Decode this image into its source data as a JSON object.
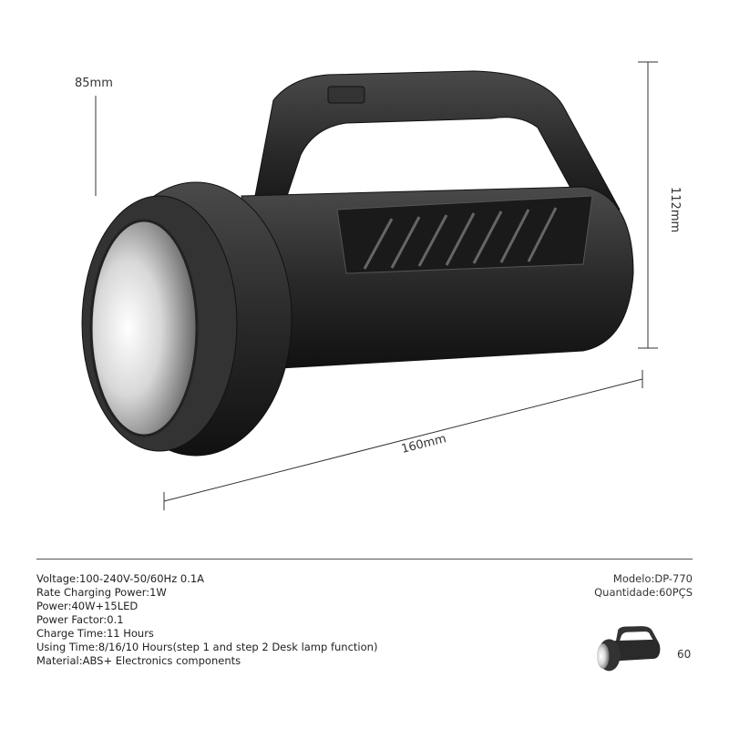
{
  "dimensions": {
    "width": "85mm",
    "height": "112mm",
    "length": "160mm"
  },
  "specs": [
    "Voltage:100-240V-50/60Hz 0.1A",
    "Rate Charging Power:1W",
    "Power:40W+15LED",
    "Power Factor:0.1",
    "Charge Time:11 Hours",
    "Using Time:8/16/10 Hours(step 1 and step 2 Desk lamp function)",
    "Material:ABS+ Electronics components"
  ],
  "model": {
    "modelo": "Modelo:DP-770",
    "quantidade": "Quantidade:60PÇS"
  },
  "thumbnail_count": "60"
}
